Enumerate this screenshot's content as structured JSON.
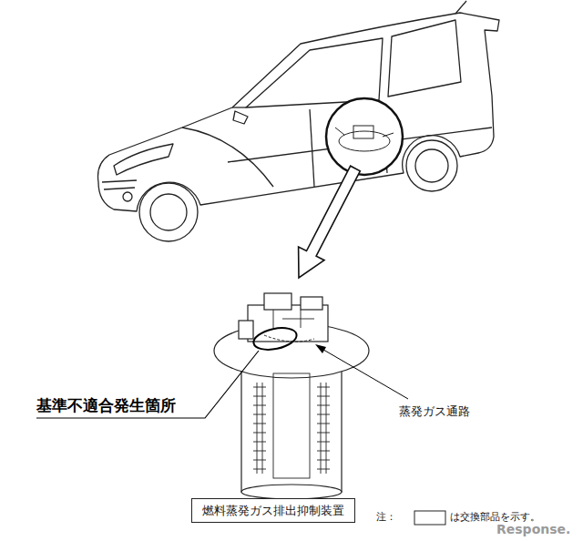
{
  "diagram": {
    "nodes": [
      {
        "text": [
          "燃料蒸発ガス排出抑制装置"
        ]
      }
    ],
    "labels": [
      "基準不適合発生箇所",
      "蒸発ガス通路",
      "注：",
      "は交換部品を示す。",
      "Response."
    ]
  }
}
